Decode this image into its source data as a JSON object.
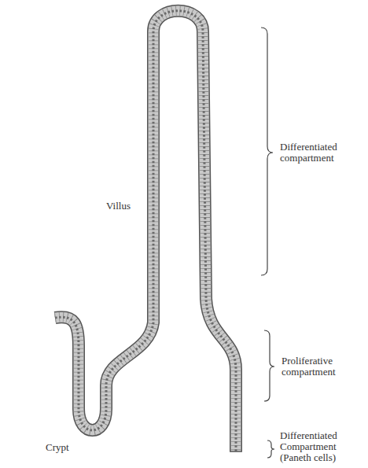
{
  "diagram": {
    "labels": [
      "Villus",
      "Differentiated compartment",
      "Proliferative compartment",
      "Differentiated Compartment (Paneth cells)",
      "Crypt"
    ]
  }
}
